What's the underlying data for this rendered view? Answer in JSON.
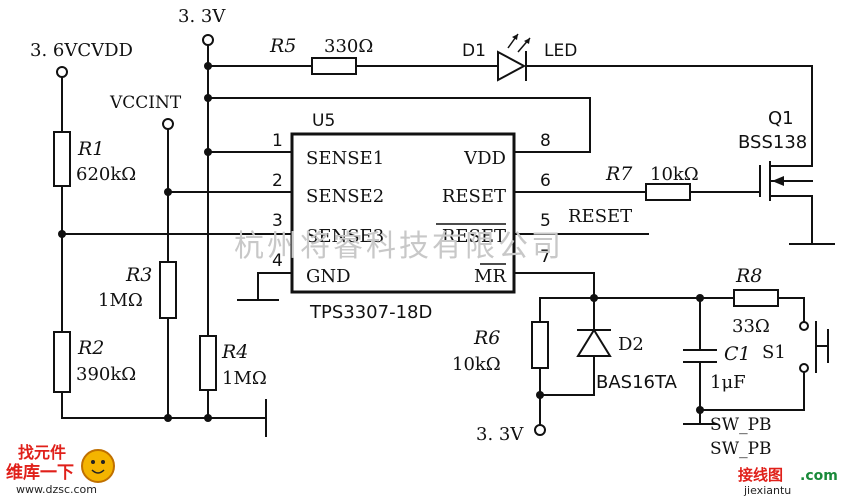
{
  "supplies": {
    "v33_top": "3. 3V",
    "v36": "3. 6VCVDD",
    "vccint": "VCCINT",
    "v33_bottom": "3. 3V"
  },
  "ic": {
    "ref": "U5",
    "part": "TPS3307-18D",
    "pins_left": [
      {
        "num": "1",
        "name": "SENSE1"
      },
      {
        "num": "2",
        "name": "SENSE2"
      },
      {
        "num": "3",
        "name": "SENSE3"
      },
      {
        "num": "4",
        "name": "GND"
      }
    ],
    "pins_right": [
      {
        "num": "8",
        "name": "VDD"
      },
      {
        "num": "6",
        "name": "RESET"
      },
      {
        "num": "5",
        "name": "RESET"
      },
      {
        "num": "7",
        "name": "MR"
      }
    ]
  },
  "components": {
    "r1": {
      "ref": "R1",
      "value": "620kΩ"
    },
    "r2": {
      "ref": "R2",
      "value": "390kΩ"
    },
    "r3": {
      "ref": "R3",
      "value": "1MΩ"
    },
    "r4": {
      "ref": "R4",
      "value": "1MΩ"
    },
    "r5": {
      "ref": "R5",
      "value": "330Ω"
    },
    "r6": {
      "ref": "R6",
      "value": "10kΩ"
    },
    "r7": {
      "ref": "R7",
      "value": "10kΩ"
    },
    "r8": {
      "ref": "R8",
      "value": "33Ω"
    },
    "d1": {
      "ref": "D1",
      "value": "LED"
    },
    "d2": {
      "ref": "D2",
      "value": "BAS16TA"
    },
    "c1": {
      "ref": "C1",
      "value": "1μF"
    },
    "q1": {
      "ref": "Q1",
      "value": "BSS138"
    },
    "s1": {
      "ref": "S1"
    }
  },
  "net_labels": {
    "reset_out": "RESET",
    "sw_pb_1": "SW_PB",
    "sw_pb_2": "SW_PB"
  },
  "watermark": "杭州将睿科技有限公司",
  "logos": {
    "left_top": "找元件",
    "left_mid": "维库一下",
    "left_url": "www.dzsc.com",
    "right_main": "接线图",
    "right_dot": ".com",
    "right_url": "jiexiantu"
  }
}
